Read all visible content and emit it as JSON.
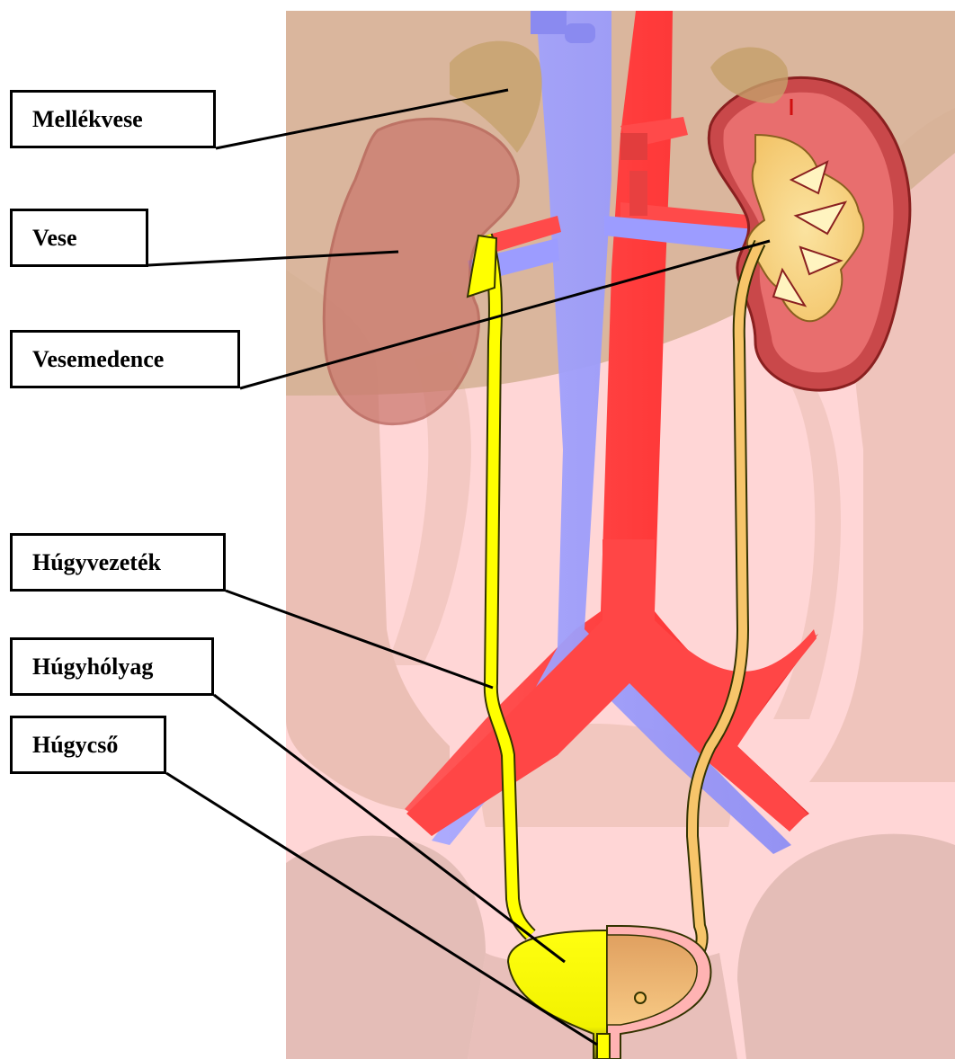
{
  "labels": {
    "adrenal_gland": "Mellékvese",
    "kidney": "Vese",
    "renal_pelvis": "Vesemedence",
    "ureter": "Húgyvezeték",
    "bladder": "Húgyhólyag",
    "urethra": "Húgycső"
  },
  "colors": {
    "background_body": "#ffd6d6",
    "bone": "#e8b7ac",
    "liver": "#d9b394",
    "artery": "#ff4a4a",
    "vein": "#9c9cff",
    "ureter_yellow": "#ffff00",
    "ureter_orange": "#f7c56a",
    "kidney_outer": "#cd5c5c",
    "kidney_transparent": "#c97a6e",
    "adrenal": "#c8a06a"
  }
}
